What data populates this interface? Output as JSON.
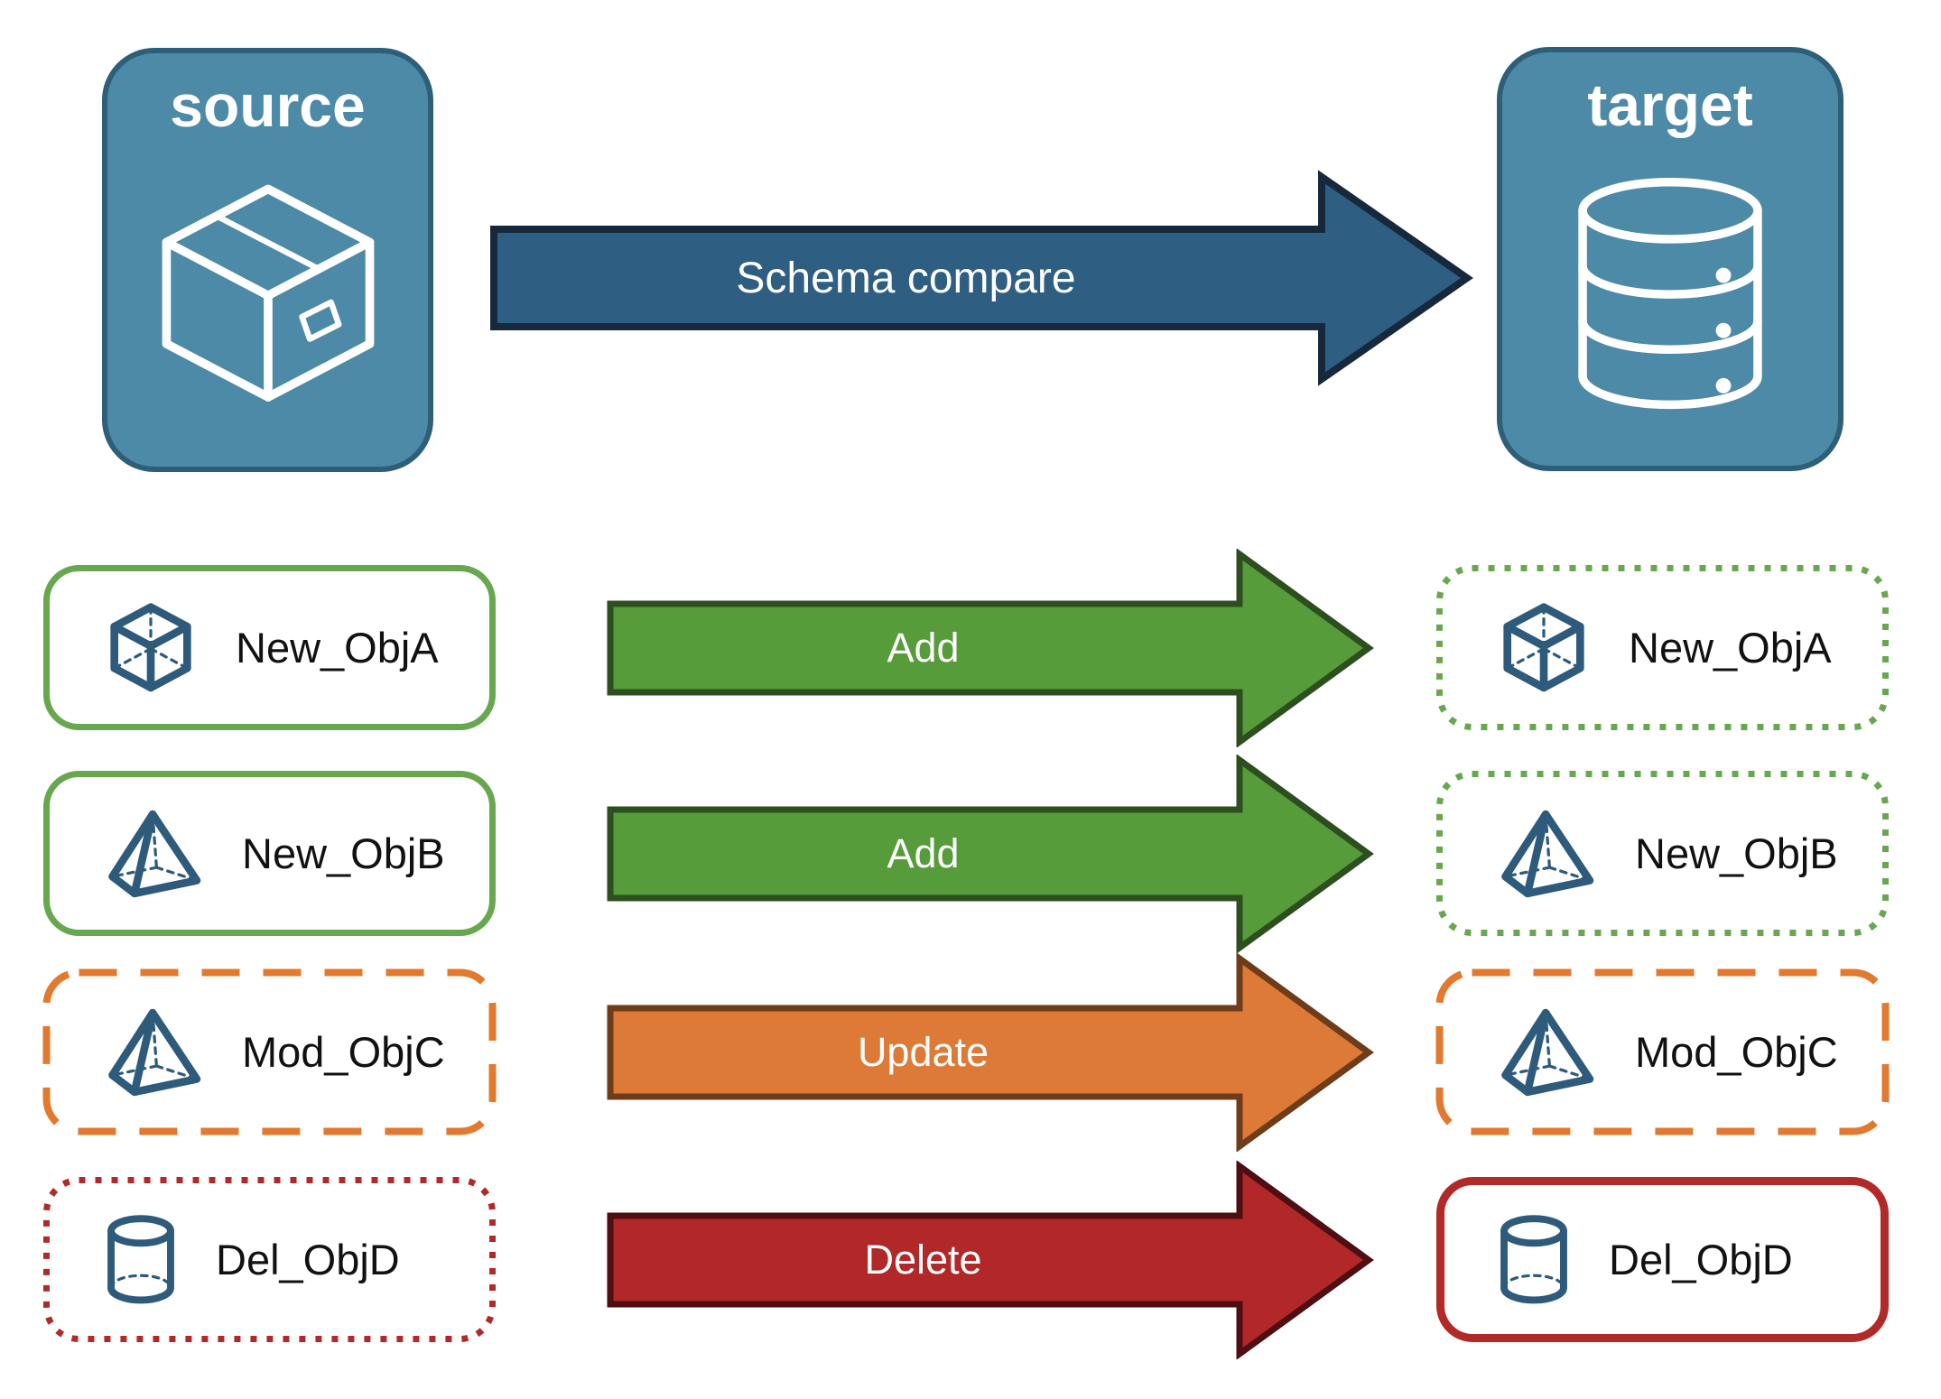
{
  "colors": {
    "background": "#ffffff",
    "node_fill": "#4c8aa8",
    "node_border": "#2d5f78",
    "node_text": "#ffffff",
    "icon_blue": "#2e5b7c",
    "schema_arrow_fill": "#2e5e82",
    "schema_arrow_border": "#16293c",
    "add_arrow_fill": "#579c3b",
    "add_arrow_border": "#2d4e1e",
    "update_arrow_fill": "#de7a38",
    "update_arrow_border": "#6e3c18",
    "delete_arrow_fill": "#b22828",
    "delete_arrow_border": "#4e0e12",
    "green_border": "#67a84f",
    "orange_border": "#e2792f",
    "red_border": "#b22a28",
    "label_text": "#111111",
    "arrow_text": "#ffffff"
  },
  "nodes": {
    "source": {
      "label": "source",
      "icon": "package-icon"
    },
    "target": {
      "label": "target",
      "icon": "database-icon"
    }
  },
  "main_arrow": {
    "label": "Schema compare"
  },
  "rows": [
    {
      "object": "New_ObjA",
      "icon": "cube-icon",
      "action": "Add",
      "source_box_style": "solid-green",
      "target_box_style": "dotted-green"
    },
    {
      "object": "New_ObjB",
      "icon": "pyramid-icon",
      "action": "Add",
      "source_box_style": "solid-green",
      "target_box_style": "dotted-green"
    },
    {
      "object": "Mod_ObjC",
      "icon": "pyramid-icon",
      "action": "Update",
      "source_box_style": "dashed-orange",
      "target_box_style": "dashed-orange"
    },
    {
      "object": "Del_ObjD",
      "icon": "cylinder-icon",
      "action": "Delete",
      "source_box_style": "dotted-red",
      "target_box_style": "solid-red"
    }
  ]
}
